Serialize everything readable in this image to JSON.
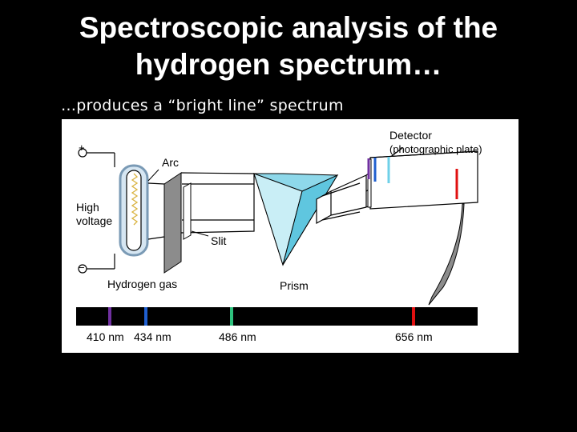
{
  "slide": {
    "title_line1": "Spectroscopic analysis of the",
    "title_line2": "hydrogen spectrum…",
    "subtitle": "…produces a “bright line” spectrum"
  },
  "diagram": {
    "labels": {
      "detector": "Detector",
      "detector_sub": "(photographic plate)",
      "arc": "Arc",
      "high": "High",
      "voltage": "voltage",
      "slit": "Slit",
      "hydrogen_gas": "Hydrogen gas",
      "prism": "Prism",
      "plus": "+",
      "minus": "−"
    },
    "spectrum_lines": [
      {
        "wavelength": "410 nm",
        "color": "#7030a0"
      },
      {
        "wavelength": "434 nm",
        "color": "#1f5fd0"
      },
      {
        "wavelength": "486 nm",
        "color": "#2ec27e"
      },
      {
        "wavelength": "656 nm",
        "color": "#e01010"
      }
    ],
    "colors": {
      "prism": "#8ed8ea",
      "prism_light": "#c9eef6",
      "slit_panel": "#8c8c8c",
      "spectrum_bar": "#000000"
    }
  }
}
